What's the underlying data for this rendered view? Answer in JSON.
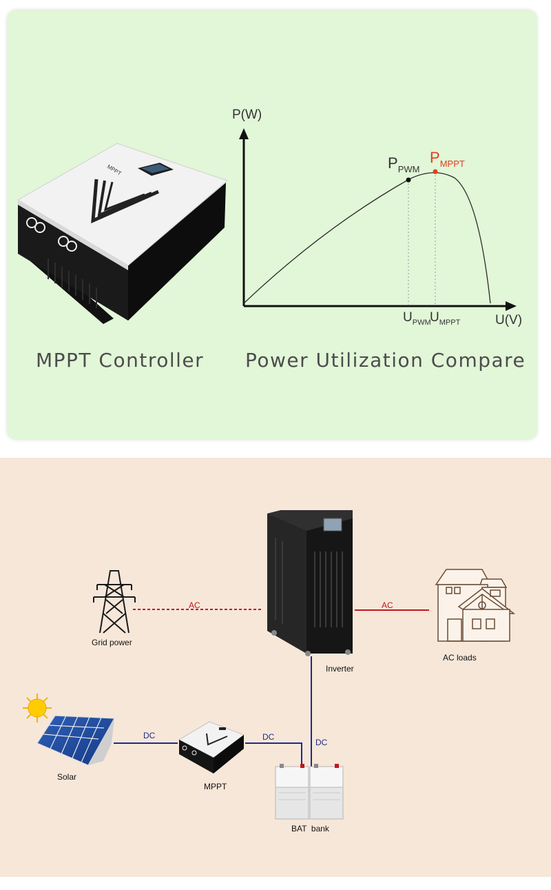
{
  "top": {
    "left_caption": "MPPT Controller",
    "right_caption": "Power Utilization Compare",
    "controller_brand": "MPPT",
    "chart": {
      "y_axis": "P(W)",
      "x_axis": "U(V)",
      "p_pwm": {
        "main": "P",
        "sub": "PWM"
      },
      "p_mppt": {
        "main": "P",
        "sub": "MPPT"
      },
      "u_pwm": {
        "main": "U",
        "sub": "PWM"
      },
      "u_mppt": {
        "main": "U",
        "sub": "MPPT"
      }
    }
  },
  "diagram": {
    "grid_label": "Grid power",
    "inverter_label": "Inverter",
    "loads_label": "AC loads",
    "solar_label": "Solar",
    "mppt_label": "MPPT",
    "battery_label": "BAT  bank",
    "link_grid_inverter": "AC",
    "link_inverter_loads": "AC",
    "link_solar_mppt": "DC",
    "link_mppt_battery": "DC",
    "link_battery_inverter": "DC"
  },
  "colors": {
    "ac_line": "#c4161c",
    "dc_line": "#1f2a8a",
    "mppt_point": "#e0401c",
    "top_bg": "#e2f6d8",
    "bottom_bg": "#f6e7d9"
  }
}
